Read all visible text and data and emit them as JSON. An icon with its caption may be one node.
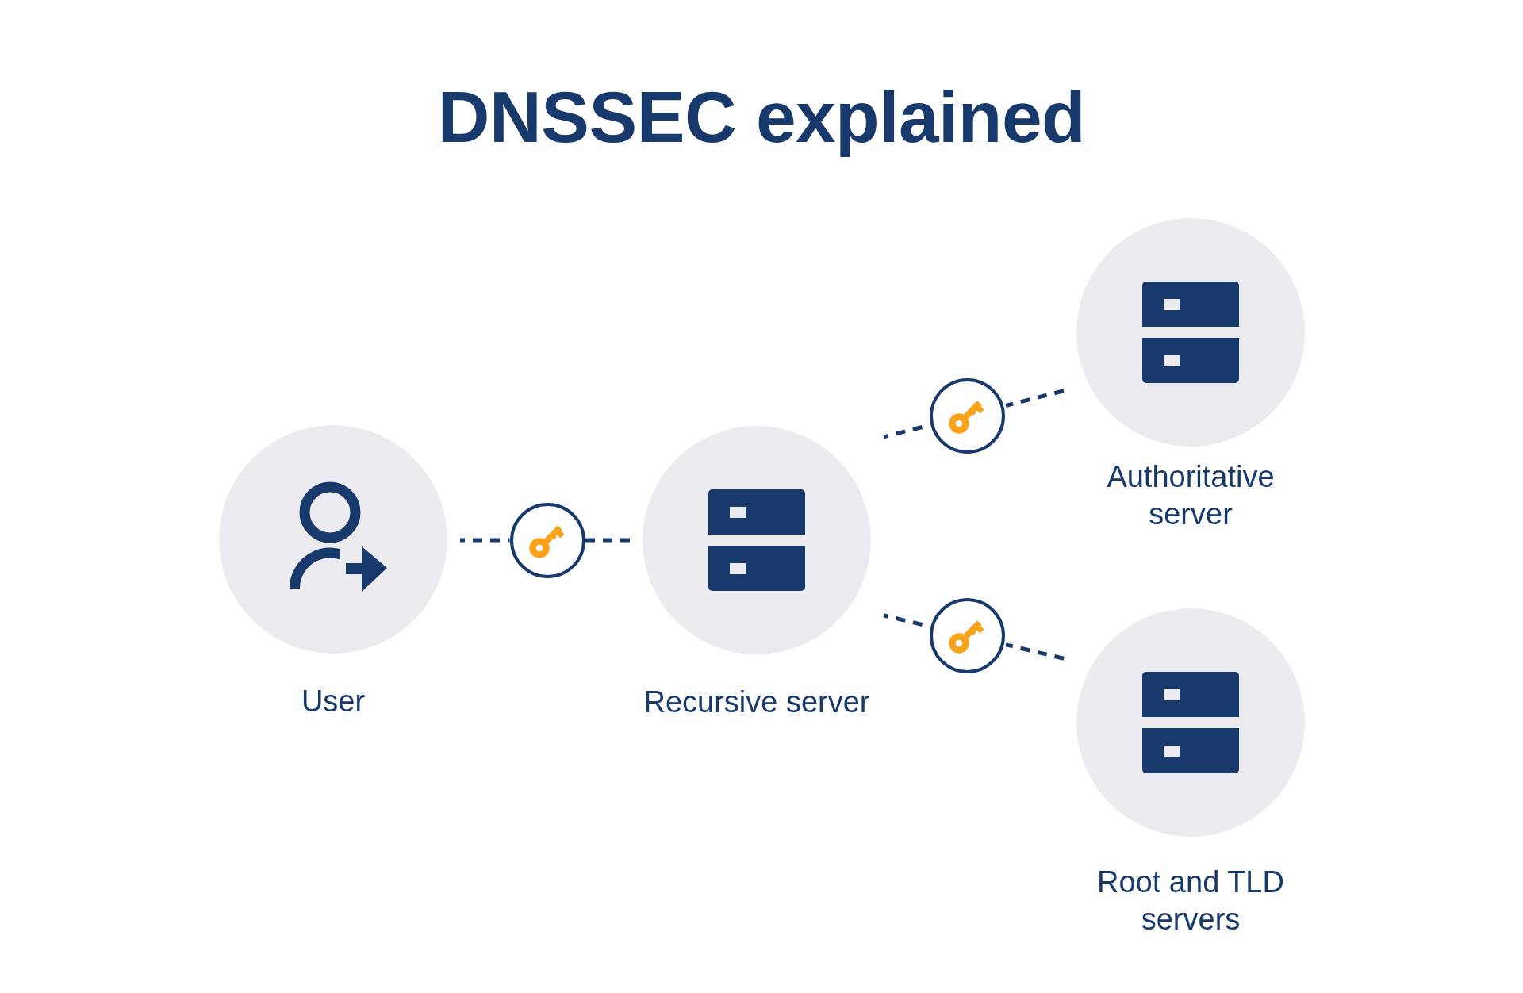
{
  "diagram": {
    "title": "DNSSEC explained",
    "nodes": [
      {
        "text": [
          "User"
        ]
      },
      {
        "text": [],
        "shape": "circle"
      },
      {
        "text": [
          "Recursive server"
        ]
      },
      {
        "text": [],
        "shape": "circle"
      },
      {
        "text": [
          "Authoritative server"
        ]
      },
      {
        "text": [],
        "shape": "circle"
      },
      {
        "text": [
          "Root and TLD servers"
        ]
      }
    ],
    "edges": [
      {
        "from": 0,
        "to": 1,
        "arrow": "none",
        "style": "dashed"
      },
      {
        "from": 1,
        "to": 2,
        "arrow": "none",
        "style": "dashed"
      },
      {
        "from": 2,
        "to": 3,
        "arrow": "none",
        "style": "dashed"
      },
      {
        "from": 3,
        "to": 4,
        "arrow": "none",
        "style": "dashed"
      },
      {
        "from": 2,
        "to": 5,
        "arrow": "none",
        "style": "dashed"
      },
      {
        "from": 5,
        "to": 6,
        "arrow": "none",
        "style": "dashed"
      }
    ]
  }
}
